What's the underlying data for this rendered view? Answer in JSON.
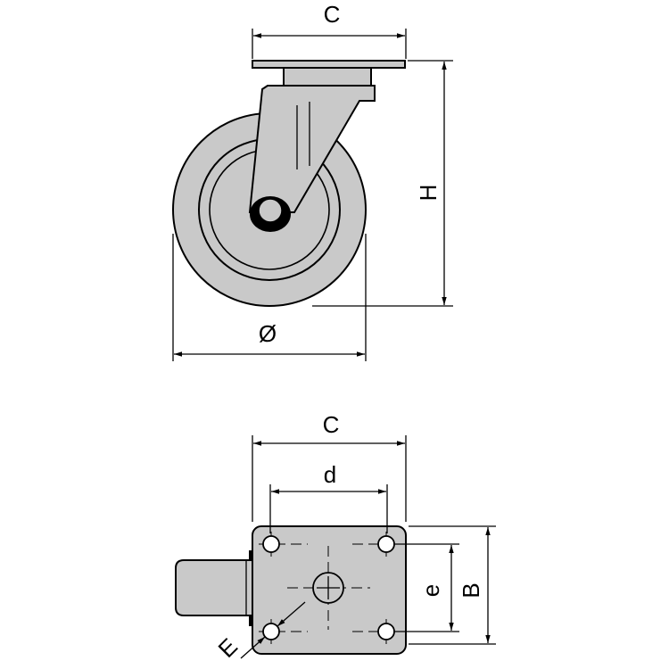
{
  "side_view": {
    "labels": {
      "plate_width": "C",
      "height": "H",
      "wheel_diameter": "Ø"
    }
  },
  "top_view": {
    "labels": {
      "plate_width": "C",
      "hole_spacing_x": "d",
      "hole_spacing_y": "e",
      "plate_depth": "B",
      "hole_diameter": "E"
    }
  },
  "colors": {
    "part_fill": "#c9c9c9",
    "line": "#000000",
    "background": "#ffffff"
  }
}
